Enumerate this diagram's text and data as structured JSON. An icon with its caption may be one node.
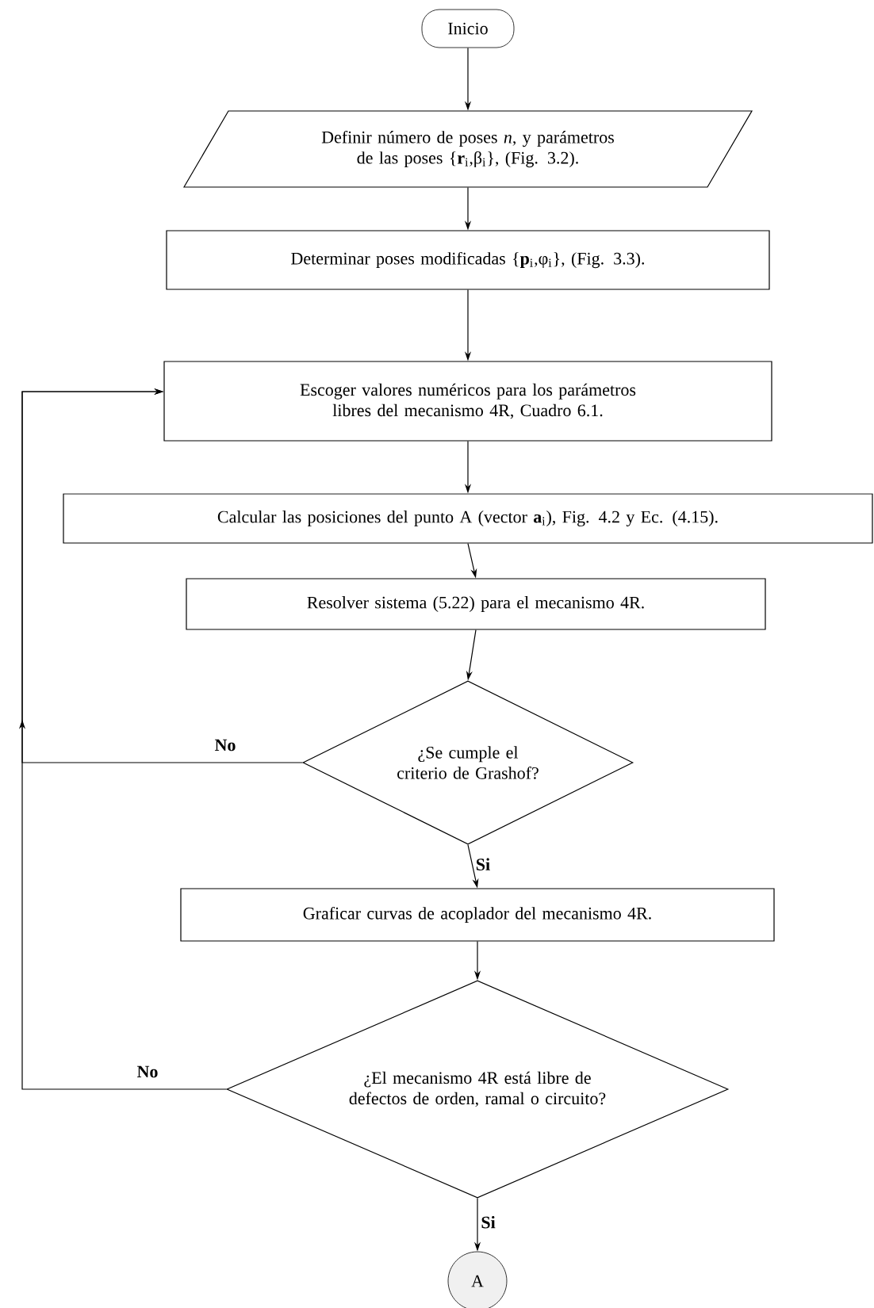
{
  "diagram": {
    "nodes": [
      {
        "text": [
          "Inicio"
        ]
      },
      {
        "text": [
          "Definir número de poses *n*, y parámetros de las poses {**r**$_{i}$,β$_{i}$}, (Fig. 3.2)."
        ]
      },
      {
        "text": [
          "Determinar poses modificadas {**p**$_{i}$,φ$_{i}$}, (Fig. 3.3)."
        ]
      },
      {
        "text": [
          "Escoger valores numéricos para los parámetros libres del mecanismo 4R, Cuadro 6.1."
        ]
      },
      {
        "text": [
          "Calcular las posiciones del punto A (vector **a**$_{i}$), Fig. 4.2 y Ec. (4.15)."
        ]
      },
      {
        "text": [
          "Resolver sistema (5.22) para el mecanismo 4R."
        ]
      },
      {
        "text": [
          "¿Se cumple el criterio de Grashof?"
        ]
      },
      {
        "text": [
          "Graficar curvas de acoplador del mecanismo 4R."
        ]
      },
      {
        "text": [
          "¿El mecanismo 4R está libre de defectos de orden, ramal o circuito?"
        ]
      },
      {
        "text": [
          "A"
        ]
      }
    ],
    "edges": [
      {
        "from": 0,
        "to": 1,
        "arrow": "to"
      },
      {
        "from": 1,
        "to": 2,
        "arrow": "to"
      },
      {
        "from": 2,
        "to": 3,
        "arrow": "to"
      },
      {
        "from": 3,
        "to": 4,
        "arrow": "to"
      },
      {
        "from": 4,
        "to": 5,
        "arrow": "to"
      },
      {
        "from": 5,
        "to": 6,
        "arrow": "to"
      },
      {
        "from": 6,
        "to": 7,
        "arrow": "to",
        "label": "Si"
      },
      {
        "from": 7,
        "to": 8,
        "arrow": "to"
      },
      {
        "from": 8,
        "to": 9,
        "arrow": "to",
        "label": "Si"
      },
      {
        "from": 6,
        "to": 3,
        "arrow": "to",
        "label": "No"
      },
      {
        "from": 8,
        "to": 3,
        "arrow": "to",
        "label": "No"
      }
    ]
  }
}
